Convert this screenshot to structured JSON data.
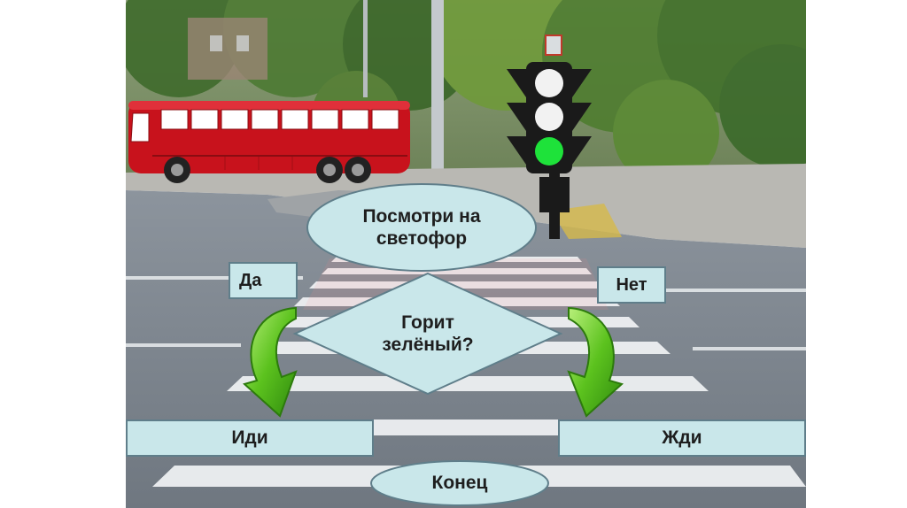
{
  "flowchart": {
    "start": "Посмотри на\nсветофор",
    "decision": "Горит\nзелёный?",
    "yes_label": "Да",
    "no_label": "Нет",
    "go": "Иди",
    "wait": "Жди",
    "end": "Конец"
  },
  "colors": {
    "shape_fill": "#c9e7ea",
    "shape_border": "#5f7e8a",
    "arrow_green": "#5cc21e",
    "bus_red": "#c8121c",
    "light_green": "#1ee23a"
  },
  "icons": [
    "bus-icon",
    "traffic-light-icon",
    "green-arrow-icon"
  ]
}
